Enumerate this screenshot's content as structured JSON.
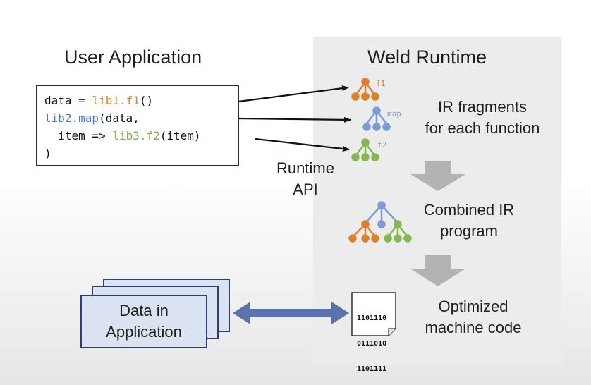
{
  "user_app": {
    "title": "User Application",
    "code": {
      "line1": {
        "a": "data = ",
        "b": "lib1.f1",
        "c": "()"
      },
      "line2": {
        "a": "lib2.map",
        "b": "(data,"
      },
      "line3": {
        "a": "  item => ",
        "b": "lib3.f2",
        "c": "(item)"
      },
      "line4": ")"
    }
  },
  "runtime_api": {
    "line1": "Runtime",
    "line2": "API"
  },
  "weld": {
    "title": "Weld Runtime",
    "ir_fragments": {
      "line1": "IR fragments",
      "line2": "for each function"
    },
    "combined": {
      "line1": "Combined IR",
      "line2": "program"
    },
    "optimized": {
      "line1": "Optimized",
      "line2": "machine code"
    },
    "tree_labels": {
      "f1": "f1",
      "map": "map",
      "f2": "f2"
    },
    "binary": [
      "1101110",
      "0111010",
      "1101111"
    ]
  },
  "data_app": {
    "line1": "Data in",
    "line2": "Application"
  },
  "colors": {
    "orange": "#d9812e",
    "blue": "#7a9bd6",
    "green": "#86b554",
    "arrow_gray": "#b3b3b3",
    "stack_fill": "#dbe3f3",
    "stack_border": "#2e3f74",
    "double_arrow": "#5b73ad"
  }
}
